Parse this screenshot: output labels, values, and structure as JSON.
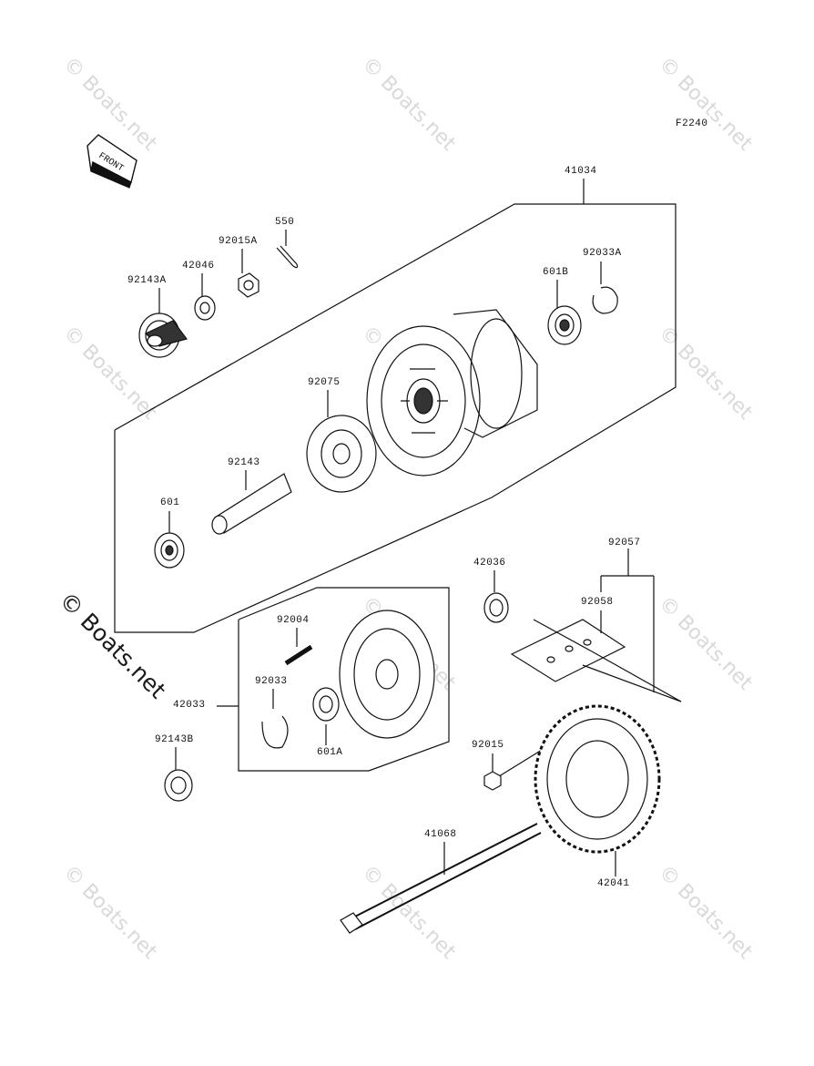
{
  "diagram": {
    "code": "F2240",
    "front_label": "FRONT",
    "watermark": "© Boats.net",
    "parts": {
      "p41034": "41034",
      "p550": "550",
      "p92015A": "92015A",
      "p42046": "42046",
      "p92143A": "92143A",
      "p601B": "601B",
      "p92033A": "92033A",
      "p92075": "92075",
      "p92143": "92143",
      "p601": "601",
      "p92057": "92057",
      "p42036": "42036",
      "p92058": "92058",
      "p92004": "92004",
      "p92033": "92033",
      "p42033": "42033",
      "p601A": "601A",
      "p92143B": "92143B",
      "p92015": "92015",
      "p41068": "41068",
      "p42041": "42041"
    }
  }
}
